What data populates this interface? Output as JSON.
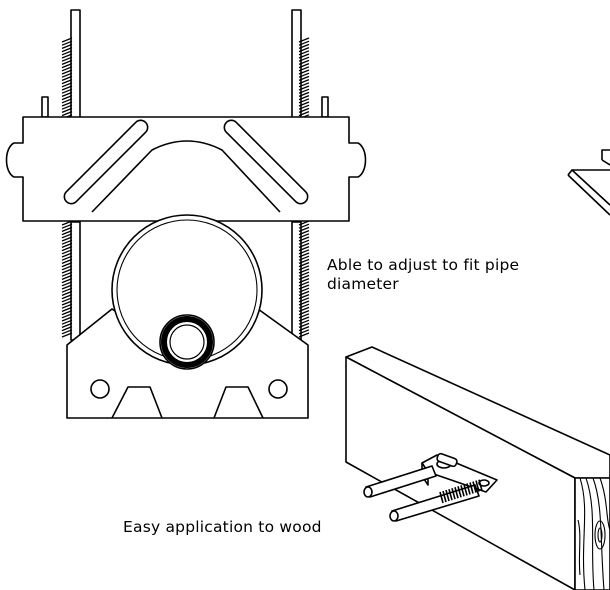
{
  "captions": {
    "adjust_line1": "Able to adjust to fit pipe",
    "adjust_line2": "diameter",
    "wood": "Easy application to wood"
  }
}
